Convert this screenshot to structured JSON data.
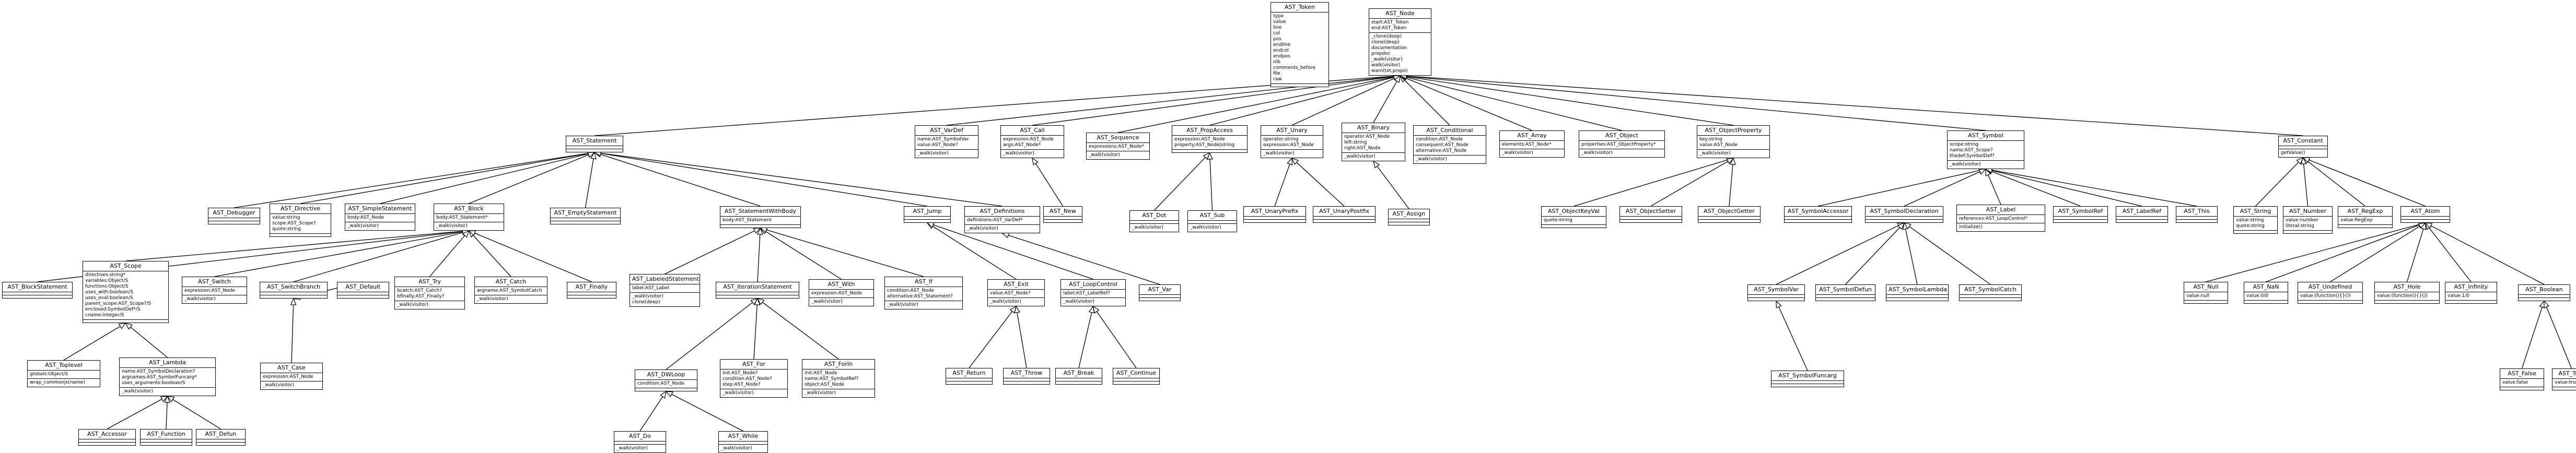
{
  "nodes": [
    {
      "id": "tokens",
      "name": "AST_Token",
      "attrs": [
        "type",
        "value",
        "line",
        "col",
        "pos",
        "endline",
        "endcol",
        "endpos",
        "nlb",
        "comments_before",
        "file",
        "raw"
      ],
      "methods": []
    },
    {
      "id": "node",
      "name": "AST_Node",
      "attrs": [
        "start:AST_Token",
        "end:AST_Token"
      ],
      "methods": [
        "_clone(deep)",
        "clone(deep)",
        "documentation",
        "propdoc",
        "_walk(visitor)",
        "walk(visitor)",
        "warn(txt,props)"
      ]
    },
    {
      "id": "statement",
      "name": "AST_Statement",
      "attrs": [],
      "methods": []
    },
    {
      "id": "vardef",
      "name": "AST_VarDef",
      "attrs": [
        "name:AST_SymbolVar",
        "value:AST_Node?"
      ],
      "methods": [
        "_walk(visitor)"
      ]
    },
    {
      "id": "call",
      "name": "AST_Call",
      "attrs": [
        "expression:AST_Node",
        "args:AST_Node*"
      ],
      "methods": [
        "_walk(visitor)"
      ]
    },
    {
      "id": "sequence",
      "name": "AST_Sequence",
      "attrs": [
        "expressions:AST_Node*"
      ],
      "methods": [
        "_walk(visitor)"
      ]
    },
    {
      "id": "propaccess",
      "name": "AST_PropAccess",
      "attrs": [
        "expression:AST_Node",
        "property:AST_Node|string"
      ],
      "methods": []
    },
    {
      "id": "unary",
      "name": "AST_Unary",
      "attrs": [
        "operator:string",
        "expression:AST_Node"
      ],
      "methods": [
        "_walk(visitor)"
      ]
    },
    {
      "id": "binary",
      "name": "AST_Binary",
      "attrs": [
        "operator:AST_Node",
        "left:string",
        "right:AST_Node"
      ],
      "methods": [
        "_walk(visitor)"
      ]
    },
    {
      "id": "conditional",
      "name": "AST_Conditional",
      "attrs": [
        "condition:AST_Node",
        "consequent:AST_Node",
        "alternative:AST_Node"
      ],
      "methods": [
        "_walk(visitor)"
      ]
    },
    {
      "id": "array",
      "name": "AST_Array",
      "attrs": [
        "elements:AST_Node*"
      ],
      "methods": [
        "_walk(visitor)"
      ]
    },
    {
      "id": "object",
      "name": "AST_Object",
      "attrs": [
        "properties:AST_ObjectProperty*"
      ],
      "methods": [
        "_walk(visitor)"
      ]
    },
    {
      "id": "objectproperty",
      "name": "AST_ObjectProperty",
      "attrs": [
        "key:string",
        "value:AST_Node"
      ],
      "methods": [
        "_walk(visitor)"
      ]
    },
    {
      "id": "symbol",
      "name": "AST_Symbol",
      "attrs": [
        "scope:string",
        "name:AST_Scope?",
        "thedef:SymbolDef?"
      ],
      "methods": [
        "_walk(visitor)"
      ]
    },
    {
      "id": "constant",
      "name": "AST_Constant",
      "attrs": [],
      "methods": [
        "getValue()"
      ]
    },
    {
      "id": "debugger",
      "name": "AST_Debugger",
      "attrs": [],
      "methods": []
    },
    {
      "id": "directive",
      "name": "AST_Directive",
      "attrs": [
        "value:string",
        "scope:AST_Scope?",
        "quote:string"
      ],
      "methods": []
    },
    {
      "id": "simplestatement",
      "name": "AST_SimpleStatement",
      "attrs": [
        "body:AST_Node"
      ],
      "methods": [
        "_walk(visitor)"
      ]
    },
    {
      "id": "block",
      "name": "AST_Block",
      "attrs": [
        "body:AST_Statement*"
      ],
      "methods": [
        "_walk(visitor)"
      ]
    },
    {
      "id": "emptystatement",
      "name": "AST_EmptyStatement",
      "attrs": [],
      "methods": []
    },
    {
      "id": "stmtwithbody",
      "name": "AST_StatementWithBody",
      "attrs": [
        "body:AST_Statement"
      ],
      "methods": []
    },
    {
      "id": "jump",
      "name": "AST_Jump",
      "attrs": [],
      "methods": []
    },
    {
      "id": "definitions",
      "name": "AST_Definitions",
      "attrs": [
        "definitions:AST_VarDef*"
      ],
      "methods": [
        "_walk(visitor)"
      ]
    },
    {
      "id": "new",
      "name": "AST_New",
      "attrs": [],
      "methods": []
    },
    {
      "id": "dot",
      "name": "AST_Dot",
      "attrs": [],
      "methods": [
        "_walk(visitor)"
      ]
    },
    {
      "id": "sub",
      "name": "AST_Sub",
      "attrs": [],
      "methods": [
        "_walk(visitor)"
      ]
    },
    {
      "id": "unaryprefix",
      "name": "AST_UnaryPrefix",
      "attrs": [],
      "methods": []
    },
    {
      "id": "unarypostfix",
      "name": "AST_UnaryPostfix",
      "attrs": [],
      "methods": []
    },
    {
      "id": "assign",
      "name": "AST_Assign",
      "attrs": [],
      "methods": []
    },
    {
      "id": "objectkeyval",
      "name": "AST_ObjectKeyVal",
      "attrs": [
        "quote:string"
      ],
      "methods": []
    },
    {
      "id": "objectsetter",
      "name": "AST_ObjectSetter",
      "attrs": [],
      "methods": []
    },
    {
      "id": "objectgetter",
      "name": "AST_ObjectGetter",
      "attrs": [],
      "methods": []
    },
    {
      "id": "symbolaccessor",
      "name": "AST_SymbolAccessor",
      "attrs": [],
      "methods": []
    },
    {
      "id": "symboldeclaration",
      "name": "AST_SymbolDeclaration",
      "attrs": [],
      "methods": []
    },
    {
      "id": "label",
      "name": "AST_Label",
      "attrs": [
        "references:AST_LoopControl*"
      ],
      "methods": [
        "initialize()"
      ]
    },
    {
      "id": "symbolref",
      "name": "AST_SymbolRef",
      "attrs": [],
      "methods": []
    },
    {
      "id": "labelref",
      "name": "AST_LabelRef",
      "attrs": [],
      "methods": []
    },
    {
      "id": "this",
      "name": "AST_This",
      "attrs": [],
      "methods": []
    },
    {
      "id": "string",
      "name": "AST_String",
      "attrs": [
        "value:string",
        "quote:string"
      ],
      "methods": []
    },
    {
      "id": "number",
      "name": "AST_Number",
      "attrs": [
        "value:number",
        "literal:string"
      ],
      "methods": []
    },
    {
      "id": "regexp",
      "name": "AST_RegExp",
      "attrs": [
        "value:RegExp"
      ],
      "methods": []
    },
    {
      "id": "atom",
      "name": "AST_Atom",
      "attrs": [],
      "methods": []
    },
    {
      "id": "blockstatement",
      "name": "AST_BlockStatement",
      "attrs": [],
      "methods": []
    },
    {
      "id": "scope",
      "name": "AST_Scope",
      "attrs": [
        "directives:string*",
        "variables:Object/S",
        "functions:Object/S",
        "uses_with:boolean/S",
        "uses_eval:boolean/S",
        "parent_scope:AST_Scope?/S",
        "enclosed:SymbolDef*/S",
        "cname:integer/S"
      ],
      "methods": []
    },
    {
      "id": "switch",
      "name": "AST_Switch",
      "attrs": [
        "expression:AST_Node"
      ],
      "methods": [
        "_walk(visitor)"
      ]
    },
    {
      "id": "switchbranch",
      "name": "AST_SwitchBranch",
      "attrs": [],
      "methods": []
    },
    {
      "id": "default",
      "name": "AST_Default",
      "attrs": [],
      "methods": []
    },
    {
      "id": "try",
      "name": "AST_Try",
      "attrs": [
        "bcatch:AST_Catch?",
        "bfinally:AST_Finally?"
      ],
      "methods": [
        "_walk(visitor)"
      ]
    },
    {
      "id": "catch",
      "name": "AST_Catch",
      "attrs": [
        "argname:AST_SymbolCatch"
      ],
      "methods": [
        "_walk(visitor)"
      ]
    },
    {
      "id": "finally",
      "name": "AST_Finally",
      "attrs": [],
      "methods": []
    },
    {
      "id": "labeledstatement",
      "name": "AST_LabeledStatement",
      "attrs": [
        "label:AST_Label"
      ],
      "methods": [
        "_walk(visitor)",
        "clone(deep)"
      ]
    },
    {
      "id": "iterationstatement",
      "name": "AST_IterationStatement",
      "attrs": [],
      "methods": []
    },
    {
      "id": "with",
      "name": "AST_With",
      "attrs": [
        "expression:AST_Node"
      ],
      "methods": [
        "_walk(visitor)"
      ]
    },
    {
      "id": "if",
      "name": "AST_If",
      "attrs": [
        "condition:AST_Node",
        "alternative:AST_Statement?"
      ],
      "methods": [
        "_walk(visitor)"
      ]
    },
    {
      "id": "exit",
      "name": "AST_Exit",
      "attrs": [
        "value:AST_Node?"
      ],
      "methods": [
        "_walk(visitor)"
      ]
    },
    {
      "id": "loopcontrol",
      "name": "AST_LoopControl",
      "attrs": [
        "label:AST_LabelRef?"
      ],
      "methods": [
        "_walk(visitor)"
      ]
    },
    {
      "id": "var",
      "name": "AST_Var",
      "attrs": [],
      "methods": []
    },
    {
      "id": "symbolvar",
      "name": "AST_SymbolVar",
      "attrs": [],
      "methods": []
    },
    {
      "id": "symboldefun",
      "name": "AST_SymbolDefun",
      "attrs": [],
      "methods": []
    },
    {
      "id": "symbollambda",
      "name": "AST_SymbolLambda",
      "attrs": [],
      "methods": []
    },
    {
      "id": "symbolcatch",
      "name": "AST_SymbolCatch",
      "attrs": [],
      "methods": []
    },
    {
      "id": "null",
      "name": "AST_Null",
      "attrs": [
        "value:null"
      ],
      "methods": []
    },
    {
      "id": "nan",
      "name": "AST_NaN",
      "attrs": [
        "value:0/0"
      ],
      "methods": []
    },
    {
      "id": "undefined",
      "name": "AST_Undefined",
      "attrs": [
        "value:(function(){}())"
      ],
      "methods": []
    },
    {
      "id": "hole",
      "name": "AST_Hole",
      "attrs": [
        "value:(function(){}())"
      ],
      "methods": []
    },
    {
      "id": "infinity",
      "name": "AST_Infinity",
      "attrs": [
        "value:1/0"
      ],
      "methods": []
    },
    {
      "id": "boolean",
      "name": "AST_Boolean",
      "attrs": [],
      "methods": []
    },
    {
      "id": "toplevel",
      "name": "AST_Toplevel",
      "attrs": [
        "globals:Object/S"
      ],
      "methods": [
        "wrap_commonjs(name)"
      ]
    },
    {
      "id": "lambda",
      "name": "AST_Lambda",
      "attrs": [
        "name:AST_SymbolDeclaration?",
        "argnames:AST_SymbolFuncarg*",
        "uses_arguments:boolean/S"
      ],
      "methods": [
        "_walk(visitor)"
      ]
    },
    {
      "id": "case",
      "name": "AST_Case",
      "attrs": [
        "expression:AST_Node"
      ],
      "methods": [
        "_walk(visitor)"
      ]
    },
    {
      "id": "dwloop",
      "name": "AST_DWLoop",
      "attrs": [
        "condition:AST_Node"
      ],
      "methods": []
    },
    {
      "id": "for",
      "name": "AST_For",
      "attrs": [
        "init:AST_Node?",
        "condition:AST_Node?",
        "step:AST_Node?"
      ],
      "methods": [
        "_walk(visitor)"
      ]
    },
    {
      "id": "forin",
      "name": "AST_ForIn",
      "attrs": [
        "init:AST_Node",
        "name:AST_SymbolRef?",
        "object:AST_Node"
      ],
      "methods": [
        "_walk(visitor)"
      ]
    },
    {
      "id": "return",
      "name": "AST_Return",
      "attrs": [],
      "methods": []
    },
    {
      "id": "throw",
      "name": "AST_Throw",
      "attrs": [],
      "methods": []
    },
    {
      "id": "break",
      "name": "AST_Break",
      "attrs": [],
      "methods": []
    },
    {
      "id": "continue",
      "name": "AST_Continue",
      "attrs": [],
      "methods": []
    },
    {
      "id": "symbolfuncarg",
      "name": "AST_SymbolFuncarg",
      "attrs": [],
      "methods": []
    },
    {
      "id": "false",
      "name": "AST_False",
      "attrs": [
        "value:false"
      ],
      "methods": []
    },
    {
      "id": "true",
      "name": "AST_True",
      "attrs": [
        "value:true"
      ],
      "methods": []
    },
    {
      "id": "accessor",
      "name": "AST_Accessor",
      "attrs": [],
      "methods": []
    },
    {
      "id": "function",
      "name": "AST_Function",
      "attrs": [],
      "methods": []
    },
    {
      "id": "defun",
      "name": "AST_Defun",
      "attrs": [],
      "methods": []
    },
    {
      "id": "do",
      "name": "AST_Do",
      "attrs": [],
      "methods": [
        "_walk(visitor)"
      ]
    },
    {
      "id": "while",
      "name": "AST_While",
      "attrs": [],
      "methods": [
        "_walk(visitor)"
      ]
    }
  ],
  "edges": [
    [
      "statement",
      "node"
    ],
    [
      "vardef",
      "node"
    ],
    [
      "call",
      "node"
    ],
    [
      "sequence",
      "node"
    ],
    [
      "propaccess",
      "node"
    ],
    [
      "unary",
      "node"
    ],
    [
      "binary",
      "node"
    ],
    [
      "conditional",
      "node"
    ],
    [
      "array",
      "node"
    ],
    [
      "object",
      "node"
    ],
    [
      "objectproperty",
      "node"
    ],
    [
      "symbol",
      "node"
    ],
    [
      "constant",
      "node"
    ],
    [
      "debugger",
      "statement"
    ],
    [
      "directive",
      "statement"
    ],
    [
      "simplestatement",
      "statement"
    ],
    [
      "block",
      "statement"
    ],
    [
      "emptystatement",
      "statement"
    ],
    [
      "stmtwithbody",
      "statement"
    ],
    [
      "jump",
      "statement"
    ],
    [
      "definitions",
      "statement"
    ],
    [
      "new",
      "call"
    ],
    [
      "dot",
      "propaccess"
    ],
    [
      "sub",
      "propaccess"
    ],
    [
      "unaryprefix",
      "unary"
    ],
    [
      "unarypostfix",
      "unary"
    ],
    [
      "assign",
      "binary"
    ],
    [
      "objectkeyval",
      "objectproperty"
    ],
    [
      "objectsetter",
      "objectproperty"
    ],
    [
      "objectgetter",
      "objectproperty"
    ],
    [
      "symbolaccessor",
      "symbol"
    ],
    [
      "symboldeclaration",
      "symbol"
    ],
    [
      "label",
      "symbol"
    ],
    [
      "symbolref",
      "symbol"
    ],
    [
      "labelref",
      "symbol"
    ],
    [
      "this",
      "symbol"
    ],
    [
      "string",
      "constant"
    ],
    [
      "number",
      "constant"
    ],
    [
      "regexp",
      "constant"
    ],
    [
      "atom",
      "constant"
    ],
    [
      "blockstatement",
      "block"
    ],
    [
      "scope",
      "block"
    ],
    [
      "switch",
      "block"
    ],
    [
      "switchbranch",
      "block"
    ],
    [
      "try",
      "block"
    ],
    [
      "catch",
      "block"
    ],
    [
      "finally",
      "block"
    ],
    [
      "default",
      "switchbranch"
    ],
    [
      "case",
      "switchbranch"
    ],
    [
      "toplevel",
      "scope"
    ],
    [
      "lambda",
      "scope"
    ],
    [
      "accessor",
      "lambda"
    ],
    [
      "function",
      "lambda"
    ],
    [
      "defun",
      "lambda"
    ],
    [
      "labeledstatement",
      "stmtwithbody"
    ],
    [
      "iterationstatement",
      "stmtwithbody"
    ],
    [
      "with",
      "stmtwithbody"
    ],
    [
      "if",
      "stmtwithbody"
    ],
    [
      "dwloop",
      "iterationstatement"
    ],
    [
      "for",
      "iterationstatement"
    ],
    [
      "forin",
      "iterationstatement"
    ],
    [
      "do",
      "dwloop"
    ],
    [
      "while",
      "dwloop"
    ],
    [
      "exit",
      "jump"
    ],
    [
      "loopcontrol",
      "jump"
    ],
    [
      "return",
      "exit"
    ],
    [
      "throw",
      "exit"
    ],
    [
      "break",
      "loopcontrol"
    ],
    [
      "continue",
      "loopcontrol"
    ],
    [
      "var",
      "definitions"
    ],
    [
      "symbolvar",
      "symboldeclaration"
    ],
    [
      "symboldefun",
      "symboldeclaration"
    ],
    [
      "symbollambda",
      "symboldeclaration"
    ],
    [
      "symbolcatch",
      "symboldeclaration"
    ],
    [
      "symbolfuncarg",
      "symbolvar"
    ],
    [
      "null",
      "atom"
    ],
    [
      "nan",
      "atom"
    ],
    [
      "undefined",
      "atom"
    ],
    [
      "hole",
      "atom"
    ],
    [
      "infinity",
      "atom"
    ],
    [
      "boolean",
      "atom"
    ],
    [
      "false",
      "boolean"
    ],
    [
      "true",
      "boolean"
    ]
  ]
}
